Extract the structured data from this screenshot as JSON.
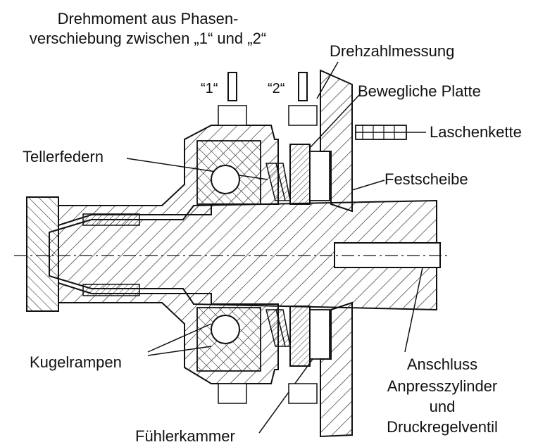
{
  "labels": {
    "torque_line1": "Drehmoment aus Phasen-",
    "torque_line2": "verschiebung zwischen „1“ und „2“",
    "sensor1": "“1“",
    "sensor2": "“2“",
    "speed": "Drehzahlmessung",
    "movable_plate": "Bewegliche Platte",
    "chain": "Laschenkette",
    "disc_springs": "Tellerfedern",
    "fixed_disc": "Festscheibe",
    "ball_ramps": "Kugelrampen",
    "connection_line1": "Anschluss",
    "connection_line2": "Anpresszylinder",
    "connection_line3": "und",
    "connection_line4": "Druckregelventil",
    "sensor_chamber": "Fühlerkammer"
  },
  "colors": {
    "line": "#111111",
    "fill": "#ffffff",
    "hatch": "#222222",
    "background": "#ffffff"
  }
}
